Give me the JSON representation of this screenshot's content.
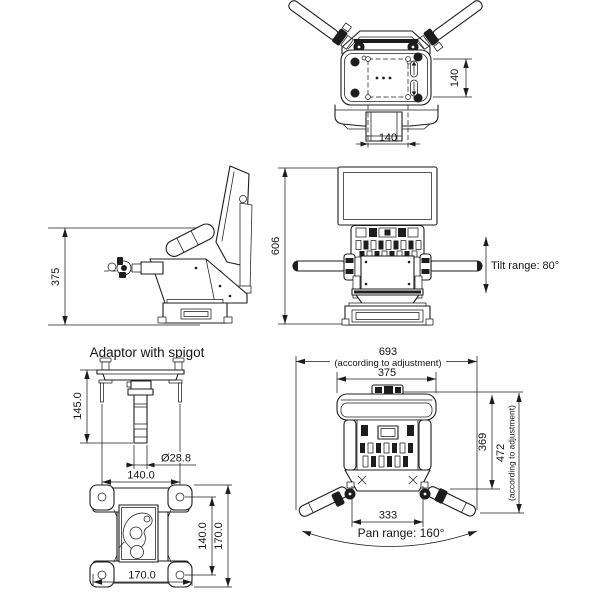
{
  "drawing": {
    "title": "Adaptor with spigot",
    "colors": {
      "background": "#ffffff",
      "line": "#1d1d1d"
    },
    "top_view": {
      "dim_vertical": "140",
      "dim_horizontal": "140"
    },
    "side_view": {
      "dim_height": "375"
    },
    "front_view": {
      "dim_height": "606",
      "tilt_label": "Tilt range: 80°"
    },
    "adaptor": {
      "dim_height": "145.0",
      "dim_diameter": "Ø28.8",
      "dim_hole_spacing_h": "140.0",
      "dim_plate_width": "170.0",
      "dim_hole_spacing_v": "140.0",
      "dim_plate_height": "170.0"
    },
    "bottom_view": {
      "dim_overall_width": "693",
      "overall_width_note": "(according to adjustment)",
      "dim_body_width": "375",
      "dim_depth": "369",
      "dim_overall_depth": "472",
      "overall_depth_note": "(according to adjustment)",
      "dim_handle_spacing": "333",
      "pan_label": "Pan range: 160°"
    }
  }
}
